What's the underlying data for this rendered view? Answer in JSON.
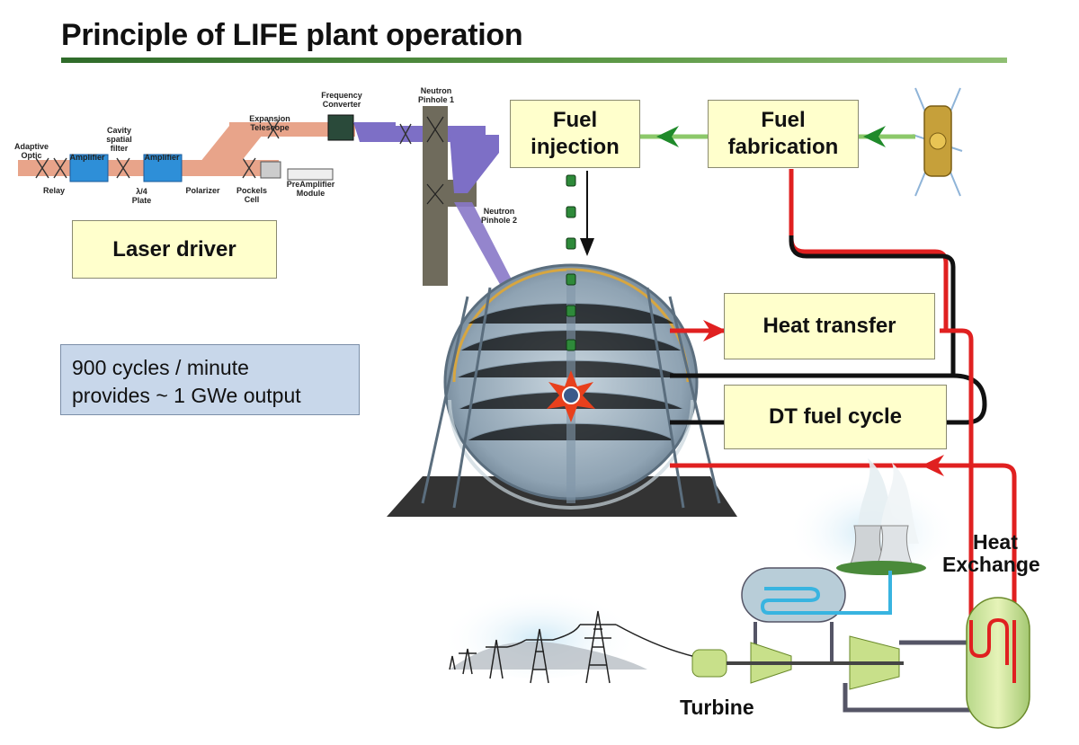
{
  "title": "Principle of LIFE plant operation",
  "boxes": {
    "fuel_injection": "Fuel injection",
    "fuel_fabrication": "Fuel fabrication",
    "laser_driver": "Laser driver",
    "heat_transfer": "Heat transfer",
    "dt_fuel_cycle": "DT fuel cycle"
  },
  "note": {
    "line1": "900 cycles / minute",
    "line2": "provides ~ 1 GWe output"
  },
  "labels": {
    "heat": "Heat",
    "exchange": "Exchange",
    "turbine": "Turbine"
  },
  "laser_parts": {
    "adaptive_optic": "Adaptive Optic",
    "relay": "Relay",
    "amplifier_1": "Amplifier",
    "cavity_filter": "Cavity spatial filter",
    "amplifier_2": "Amplifier",
    "plate": "λ/4 Plate",
    "polarizer": "Polarizer",
    "pockels_cell": "Pockels Cell",
    "preamplifier": "PreAmplifier Module",
    "expansion_telescope": "Expansion Telescope",
    "frequency_converter": "Frequency Converter",
    "neutron_pinhole_1": "Neutron Pinhole 1",
    "neutron_pinhole_2": "Neutron Pinhole 2"
  },
  "colors": {
    "box_fill": "#ffffcc",
    "note_fill": "#c8d7ea",
    "hot_pipe": "#e02020",
    "cold_pipe": "#111111",
    "fuel_flow": "#8cc86a",
    "laser_beam": "#8878c8",
    "title_rule": "#3f7d35"
  }
}
